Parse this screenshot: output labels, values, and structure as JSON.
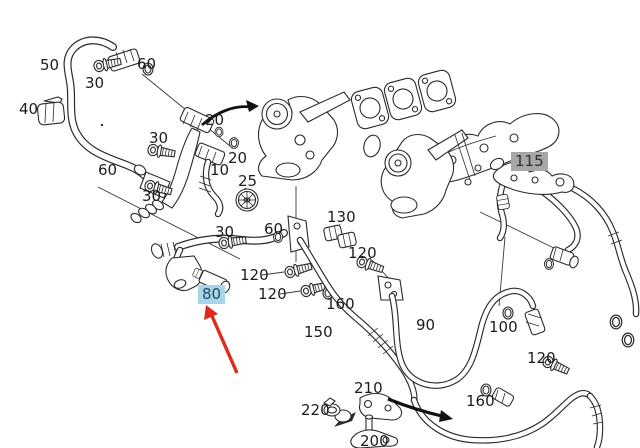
{
  "diagram": {
    "kind": "exploded-parts-diagram",
    "subject": "turbocharger coolant line parts",
    "background_color": "#ffffff",
    "line_color": "#2b2b2b"
  },
  "highlight": {
    "selected_part": "80",
    "selected_bg": "#a9d3e6",
    "selected_text_color": "#1d4e6e",
    "secondary_part": "115",
    "secondary_bg": "#a7a7a7",
    "secondary_text_color": "#2f2f2f"
  },
  "pointer_arrow": {
    "shape": "red-arrow",
    "color": "#df2a1d",
    "points_to_part": "80"
  },
  "flow_arrows": {
    "count": 2,
    "color": "#111111"
  },
  "callouts": [
    {
      "text": "50",
      "variant": "plain"
    },
    {
      "text": "30",
      "variant": "plain"
    },
    {
      "text": "60",
      "variant": "plain"
    },
    {
      "text": "40",
      "variant": "plain"
    },
    {
      "text": "20",
      "variant": "plain"
    },
    {
      "text": "30",
      "variant": "plain"
    },
    {
      "text": "20",
      "variant": "plain"
    },
    {
      "text": "10",
      "variant": "plain"
    },
    {
      "text": "25",
      "variant": "plain"
    },
    {
      "text": "60",
      "variant": "plain"
    },
    {
      "text": "30",
      "variant": "plain"
    },
    {
      "text": "30",
      "variant": "plain"
    },
    {
      "text": "60",
      "variant": "plain"
    },
    {
      "text": "130",
      "variant": "plain"
    },
    {
      "text": "120",
      "variant": "plain"
    },
    {
      "text": "120",
      "variant": "plain"
    },
    {
      "text": "120",
      "variant": "plain"
    },
    {
      "text": "160",
      "variant": "plain"
    },
    {
      "text": "80",
      "variant": "selected"
    },
    {
      "text": "150",
      "variant": "plain"
    },
    {
      "text": "90",
      "variant": "plain"
    },
    {
      "text": "100",
      "variant": "plain"
    },
    {
      "text": "120",
      "variant": "plain"
    },
    {
      "text": "160",
      "variant": "plain"
    },
    {
      "text": "115",
      "variant": "secondary"
    },
    {
      "text": "210",
      "variant": "plain"
    },
    {
      "text": "220",
      "variant": "plain"
    },
    {
      "text": "200",
      "variant": "plain"
    }
  ]
}
